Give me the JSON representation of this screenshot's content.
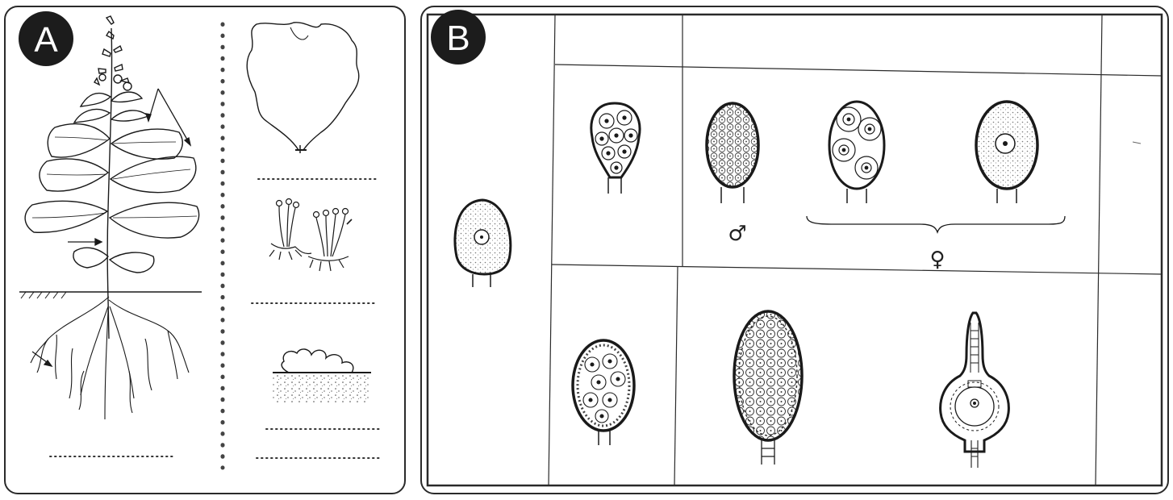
{
  "panel_a": {
    "label": "A",
    "blank_line_count": 5
  },
  "panel_b": {
    "label": "B",
    "male_symbol": "♂",
    "female_symbol": "♀"
  },
  "colors": {
    "ink": "#1a1a1a",
    "label_badge": "#1c1c1c",
    "stipple": "#555555",
    "background": "#ffffff"
  }
}
